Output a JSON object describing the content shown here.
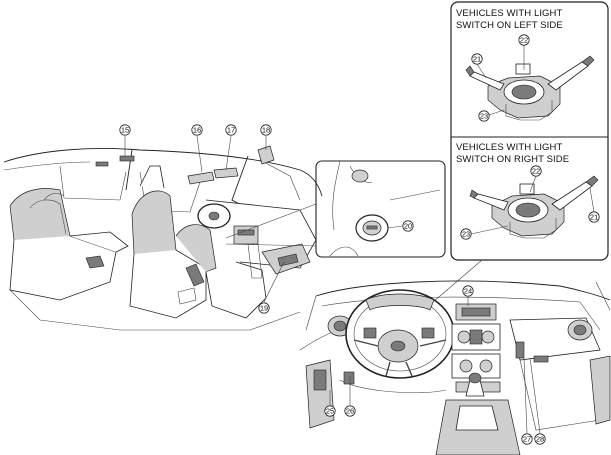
{
  "inset_left_switch": {
    "title_line1": "VEHICLES WITH LIGHT",
    "title_line2": "SWITCH ON LEFT SIDE"
  },
  "inset_right_switch": {
    "title_line1": "VEHICLES WITH LIGHT",
    "title_line2": "SWITCH ON RIGHT SIDE"
  },
  "callouts": {
    "c15": "15",
    "c16": "16",
    "c17": "17",
    "c18": "18",
    "c19": "19",
    "c20": "20",
    "c21a": "21",
    "c22a": "22",
    "c23a": "23",
    "c21b": "21",
    "c22b": "22",
    "c23b": "23",
    "c24": "24",
    "c25": "25",
    "c26": "26",
    "c27": "27",
    "c28": "28"
  }
}
